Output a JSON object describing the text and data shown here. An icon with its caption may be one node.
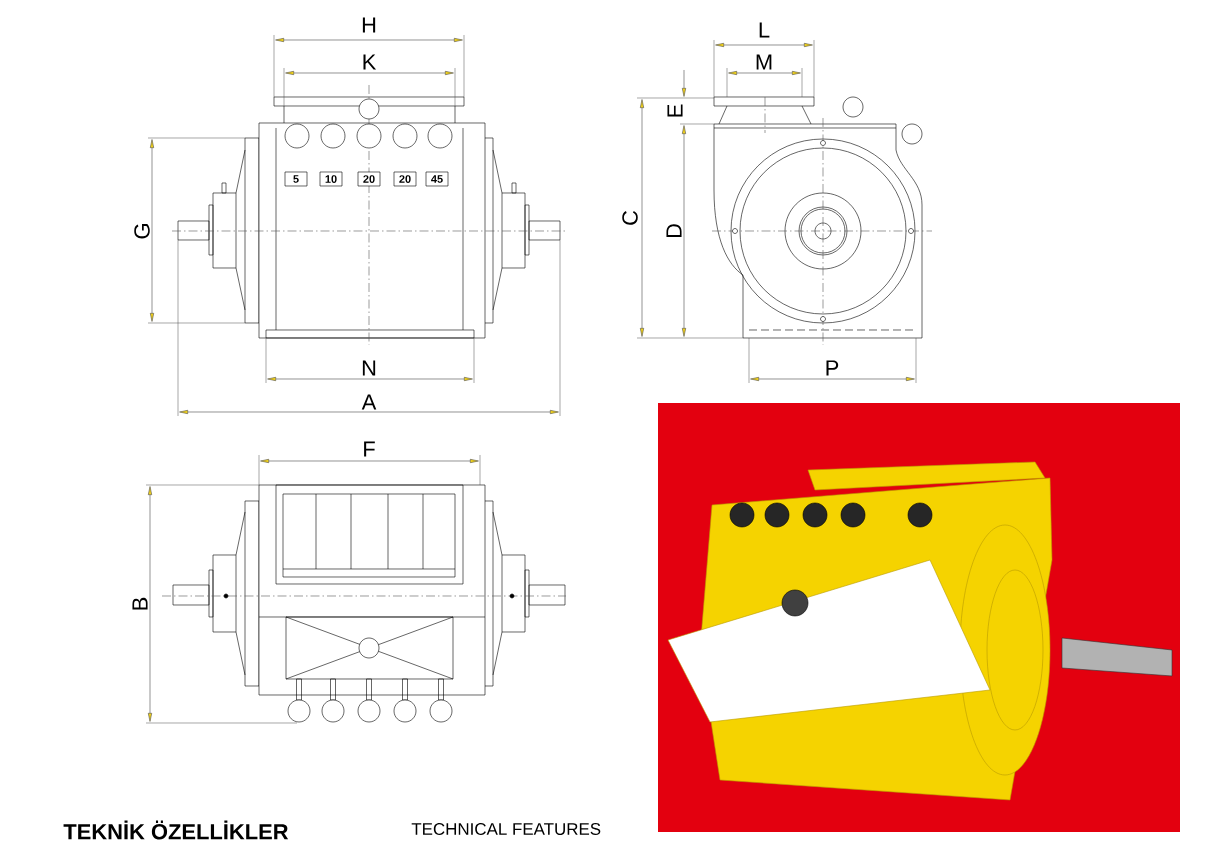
{
  "diagram": {
    "title": "TEKNİK ÖZELLİKLER",
    "nodes": [
      {
        "text": [
          "5"
        ]
      },
      {
        "text": [
          "10"
        ]
      },
      {
        "text": [
          "20"
        ]
      },
      {
        "text": [
          "20"
        ]
      },
      {
        "text": [
          "45"
        ]
      }
    ],
    "labels": [
      "H",
      "K",
      "G",
      "N",
      "A",
      "L",
      "M",
      "E",
      "C",
      "D",
      "P",
      "F",
      "B",
      "TECHNICAL FEATURES"
    ]
  }
}
